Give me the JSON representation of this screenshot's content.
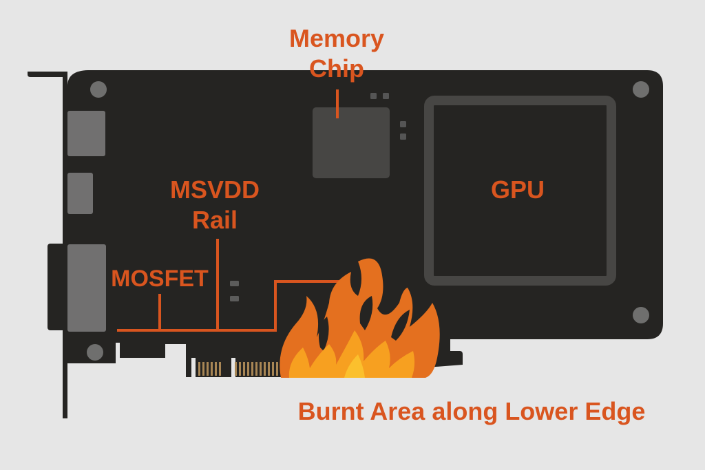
{
  "diagram": {
    "subject": "graphics card PCB",
    "colors": {
      "background": "#e6e6e6",
      "board": "#252422",
      "component": "#474644",
      "port": "#717070",
      "screw": "#6f6f6e",
      "label": "#d9551f",
      "flame_outer": "#e4701f",
      "flame_inner": "#f7a020",
      "flame_core": "#fbc02d",
      "gold_finger": "#a88655"
    },
    "labels": {
      "memory_chip": [
        "Memory",
        "Chip"
      ],
      "msvdd_rail": [
        "MSVDD",
        "Rail"
      ],
      "mosfet": "MOSFET",
      "gpu": "GPU",
      "burnt_area": "Burnt Area along Lower Edge"
    }
  }
}
